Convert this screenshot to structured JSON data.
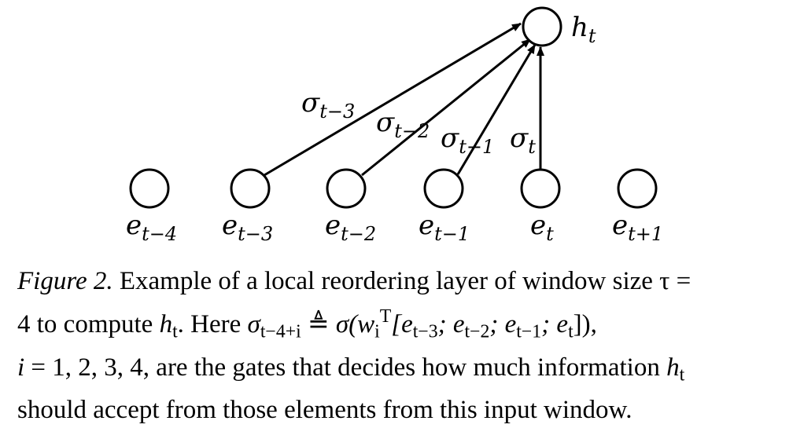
{
  "diagram": {
    "output_node": {
      "label_base": "h",
      "label_sub": "t"
    },
    "input_nodes": [
      {
        "label_base": "e",
        "label_sub": "t−4"
      },
      {
        "label_base": "e",
        "label_sub": "t−3"
      },
      {
        "label_base": "e",
        "label_sub": "t−2"
      },
      {
        "label_base": "e",
        "label_sub": "t−1"
      },
      {
        "label_base": "e",
        "label_sub": "t"
      },
      {
        "label_base": "e",
        "label_sub": "t+1"
      }
    ],
    "gates": [
      {
        "base": "σ",
        "sub": "t−3"
      },
      {
        "base": "σ",
        "sub": "t−2"
      },
      {
        "base": "σ",
        "sub": "t−1"
      },
      {
        "base": "σ",
        "sub": "t"
      }
    ]
  },
  "caption": {
    "figure_label": "Figure 2.",
    "line1_text": " Example of a local reordering layer of window size τ =",
    "line2_prefix": "4 to compute ",
    "line2_h": "h",
    "line2_h_sub": "t",
    "line2_mid": ".  Here ",
    "line2_sigma": "σ",
    "line2_sigma_sub": "t−4+i",
    "line2_defeq": " ≜ ",
    "line2_formula_start": "σ(w",
    "line2_w_sub": "i",
    "line2_w_sup": "T",
    "line2_formula_rest": "[e",
    "line2_e1_sub": "t−3",
    "line2_e2": "; e",
    "line2_e2_sub": "t−2",
    "line2_e3": "; e",
    "line2_e3_sub": "t−1",
    "line2_e4": "; e",
    "line2_e4_sub": "t",
    "line2_end": "]),",
    "line3_i": "i",
    "line3_eq": " = 1, 2, 3, 4,",
    "line3_text": " are the gates that decides how much information ",
    "line3_h": "h",
    "line3_h_sub": "t",
    "line4_text": "should accept from those elements from this input window."
  }
}
